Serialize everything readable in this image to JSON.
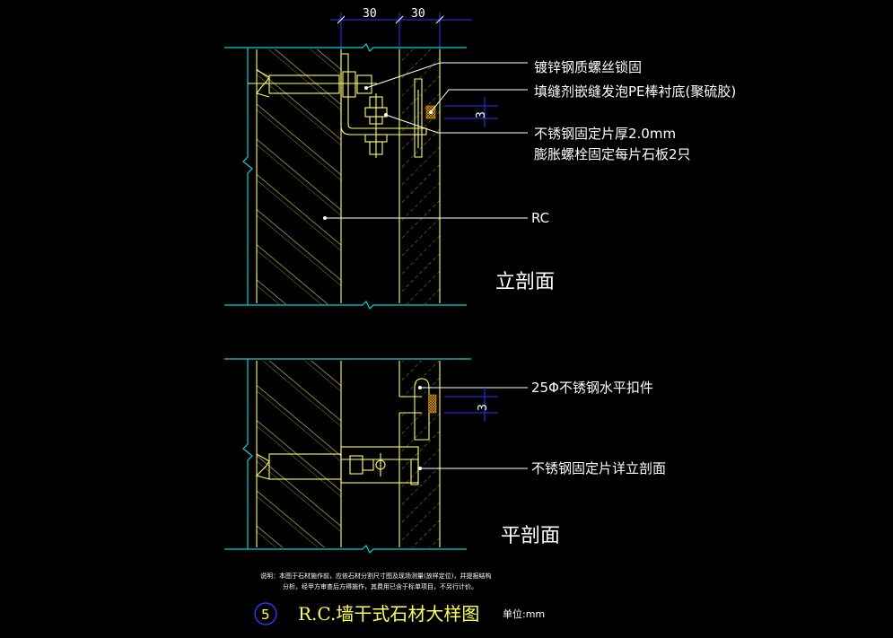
{
  "dimensions": {
    "top_left": "30",
    "top_right": "30",
    "gap_elev": "3",
    "gap_plan": "3"
  },
  "callouts": {
    "screw_lock": "镀锌钢质螺丝锁固",
    "sealant": "填缝剂嵌缝发泡PE棒衬底(聚硫胶)",
    "plate_thickness": "不锈钢固定片厚2.0mm",
    "anchor_bolt": "膨胀螺栓固定每片石板2只",
    "rc": "RC",
    "clip": "25Φ不锈钢水平扣件",
    "plate_detail": "不锈钢固定片详立剖面"
  },
  "views": {
    "elevation": "立剖面",
    "plan": "平剖面"
  },
  "notes": {
    "line1": "说明：本图于石材施作前，应依石材分割尺寸图及现场测量(放样定位)，并提报结构",
    "line2": "分析，经甲方审查后方得施作，其费用已含于标单项目，不另行计价。"
  },
  "title_block": {
    "number": "5",
    "title": "R.C.墙干式石材大样图",
    "unit": "单位:mm"
  },
  "colors": {
    "background": "#000000",
    "structure": "#00d6d6",
    "detail": "#ffff66",
    "dimension": "#3030ff",
    "text": "#ffffff"
  }
}
